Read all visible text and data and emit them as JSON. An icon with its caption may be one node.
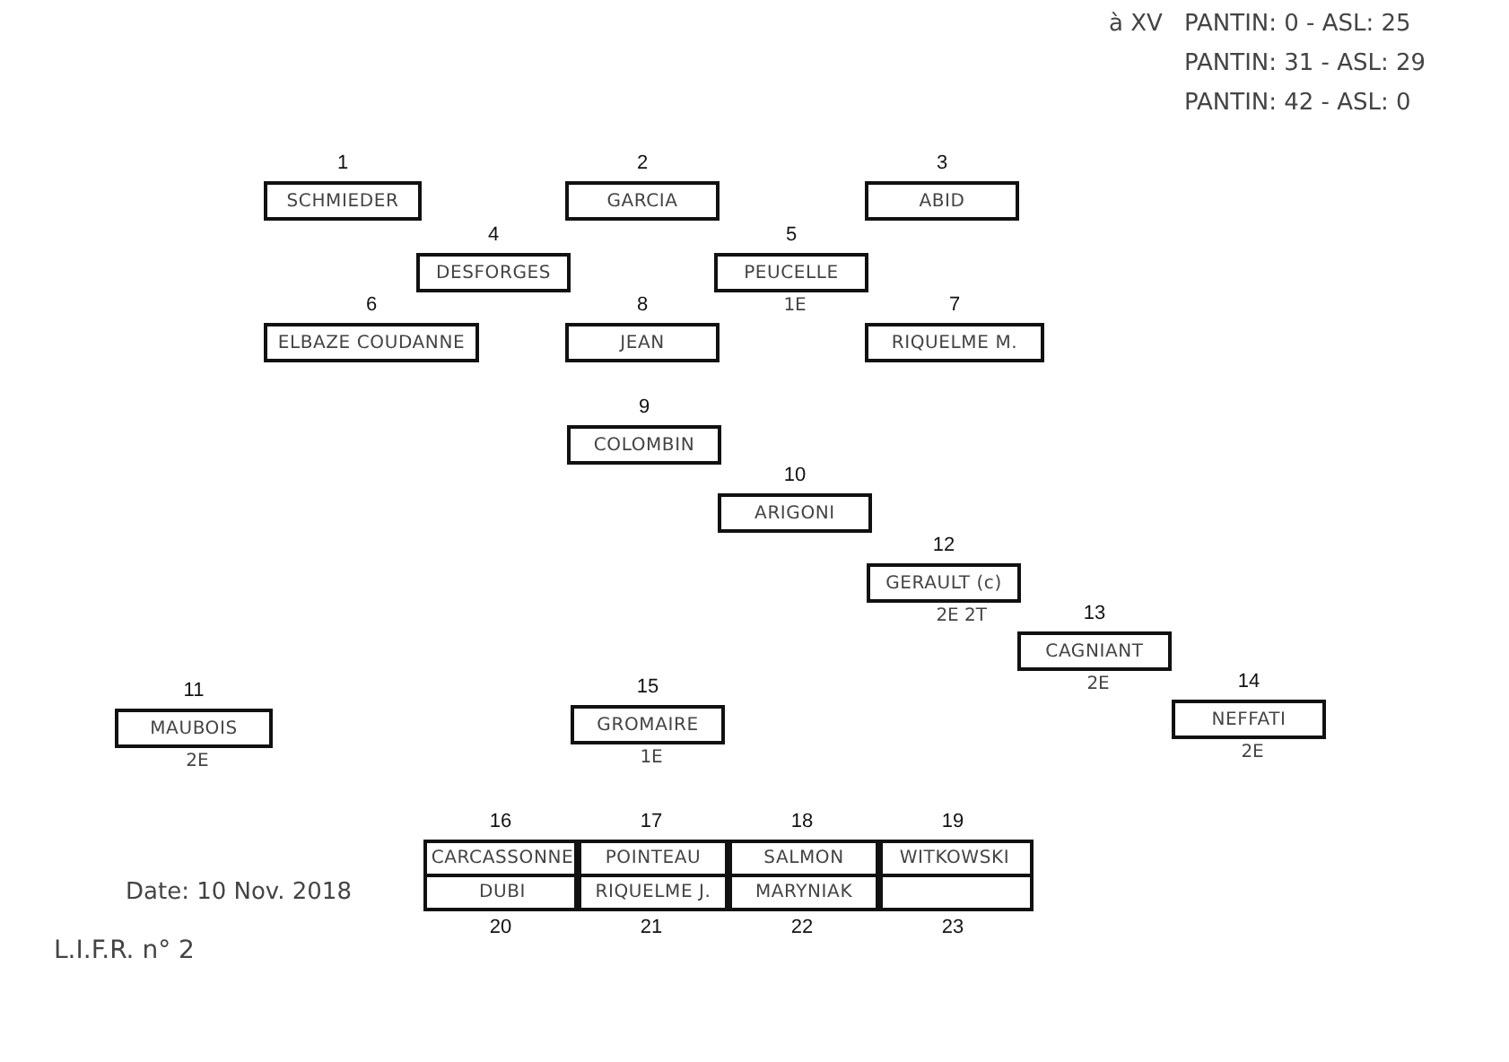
{
  "diagram": {
    "nodes": [
      {
        "text": [
          "1",
          "SCHMIEDER"
        ]
      },
      {
        "text": [
          "2",
          "GARCIA"
        ]
      },
      {
        "text": [
          "3",
          "ABID"
        ]
      },
      {
        "text": [
          "4",
          "DESFORGES"
        ]
      },
      {
        "text": [
          "5",
          "PEUCELLE"
        ],
        "beside": [
          "1E"
        ]
      },
      {
        "text": [
          "6",
          "ELBAZE COUDANNE"
        ]
      },
      {
        "text": [
          "8",
          "JEAN"
        ]
      },
      {
        "text": [
          "7",
          "RIQUELME M."
        ]
      },
      {
        "text": [
          "9",
          "COLOMBIN"
        ]
      },
      {
        "text": [
          "10",
          "ARIGONI"
        ]
      },
      {
        "text": [
          "12",
          "GERAULT (c)"
        ],
        "beside": [
          "2E 2T"
        ]
      },
      {
        "text": [
          "13",
          "CAGNIANT"
        ],
        "beside": [
          "2E"
        ]
      },
      {
        "text": [
          "11",
          "MAUBOIS"
        ],
        "beside": [
          "2E"
        ]
      },
      {
        "text": [
          "15",
          "GROMAIRE"
        ],
        "beside": [
          "1E"
        ]
      },
      {
        "text": [
          "14",
          "NEFFATI"
        ],
        "beside": [
          "2E"
        ]
      },
      {
        "text": [
          "16",
          "CARCASSONNE"
        ]
      },
      {
        "text": [
          "17",
          "POINTEAU"
        ]
      },
      {
        "text": [
          "18",
          "SALMON"
        ]
      },
      {
        "text": [
          "19",
          "WITKOWSKI"
        ]
      },
      {
        "text": [
          "DUBI",
          "20"
        ]
      },
      {
        "text": [
          "RIQUELME J.",
          "21"
        ]
      },
      {
        "text": [
          "MARYNIAK",
          "22"
        ]
      },
      {
        "text": [
          "23"
        ]
      }
    ],
    "labels": [
      "à XV",
      "PANTIN: 0 - ASL: 25",
      "PANTIN: 31 - ASL: 29",
      "PANTIN: 42 - ASL: 0",
      "Date: 10 Nov. 2018",
      "L.I.F.R. n° 2"
    ]
  }
}
